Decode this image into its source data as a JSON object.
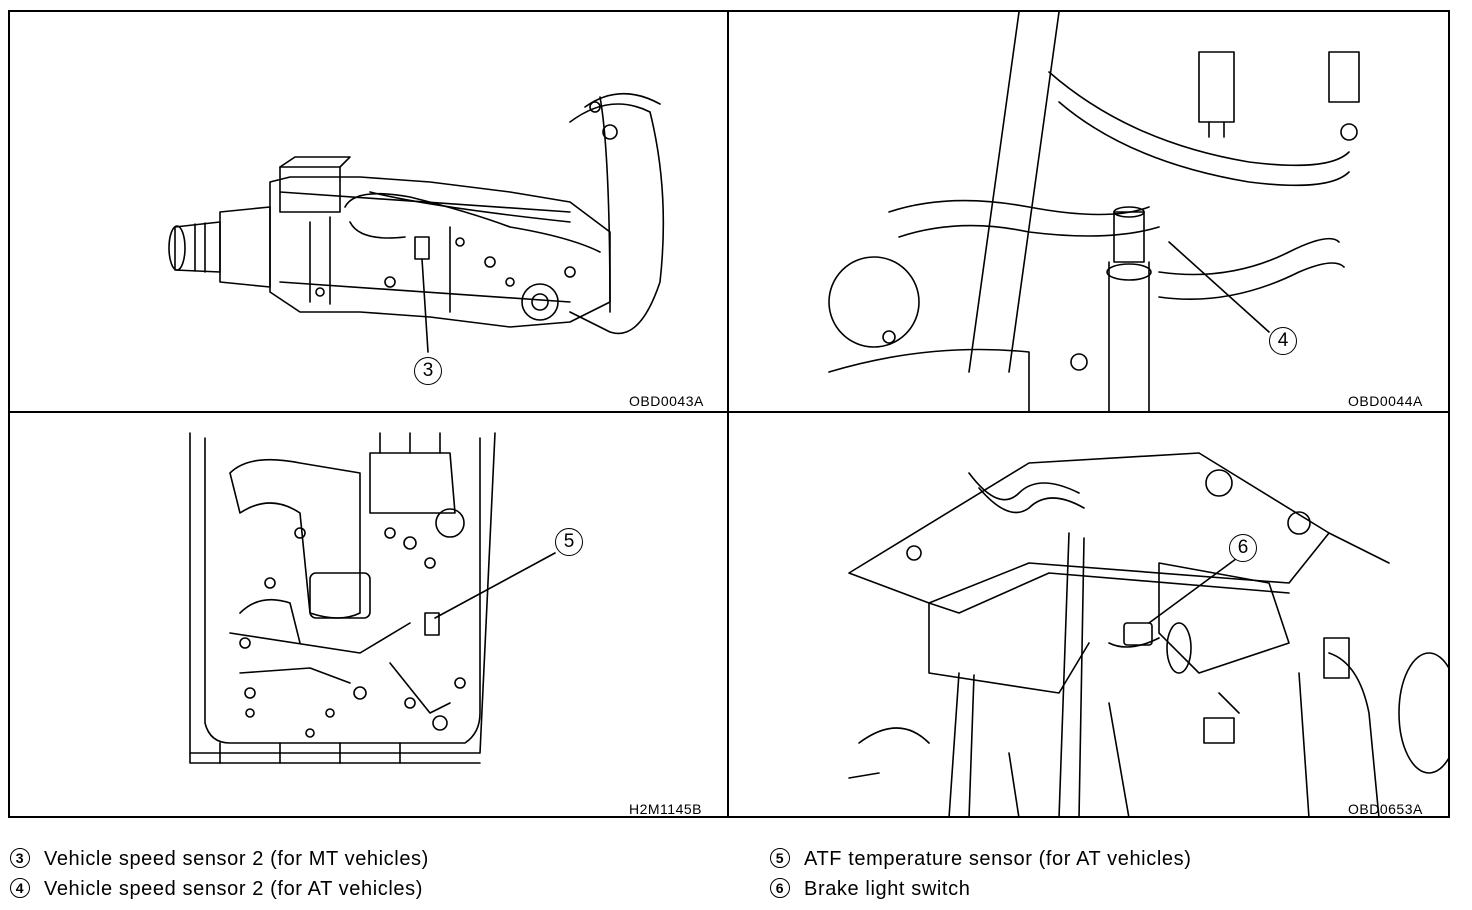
{
  "panels": [
    {
      "code": "OBD0043A",
      "callout": "3"
    },
    {
      "code": "OBD0044A",
      "callout": "4"
    },
    {
      "code": "H2M1145B",
      "callout": "5"
    },
    {
      "code": "OBD0653A",
      "callout": "6"
    }
  ],
  "legend": [
    {
      "num": "3",
      "text": "Vehicle speed sensor 2 (for MT vehicles)"
    },
    {
      "num": "4",
      "text": "Vehicle speed sensor 2 (for AT vehicles)"
    },
    {
      "num": "5",
      "text": "ATF temperature sensor (for AT vehicles)"
    },
    {
      "num": "6",
      "text": "Brake light switch"
    }
  ]
}
